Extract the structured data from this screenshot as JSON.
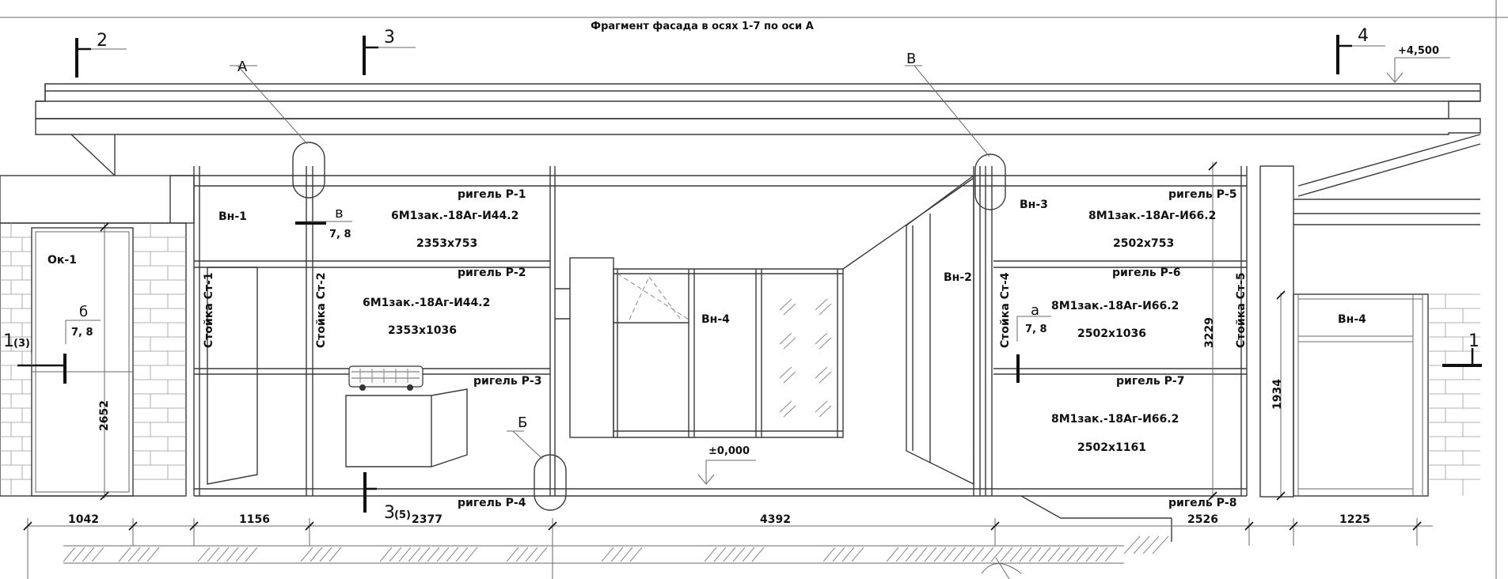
{
  "title": "Фрагмент фасада в осях 1-7 по оси А",
  "elevation_top": "+4,500",
  "elevation_zero": "±0,000",
  "section_marks": {
    "s2": "2",
    "s3": "3",
    "s4": "4",
    "s1": "1",
    "s1_left": "1",
    "s1_left_sub": "(3)",
    "s3_bottom": "3",
    "s3_bottom_sub": "(5)"
  },
  "callouts": {
    "A": "А",
    "B": "Б",
    "V": "В",
    "v": "в",
    "b": "б",
    "a": "а",
    "sheet_ref": "7, 8"
  },
  "labels": {
    "ok1": "Ок-1",
    "vn1": "Вн-1",
    "vn2": "Вн-2",
    "vn3": "Вн-3",
    "vn4_center": "Вн-4",
    "vn4_right": "Вн-4",
    "st1": "Стойка Ст-1",
    "st2": "Стойка Ст-2",
    "st4": "Стойка Ст-4",
    "st5": "Стойка Ст-5"
  },
  "riegels": {
    "r1": "ригель Р-1",
    "r2": "ригель Р-2",
    "r3": "ригель Р-3",
    "r4": "ригель Р-4",
    "r5": "ригель Р-5",
    "r6": "ригель Р-6",
    "r7": "ригель Р-7",
    "r8": "ригель Р-8"
  },
  "glass": {
    "g1": "6М1зак.-18Аг-И44.2",
    "g1_size": "2353x753",
    "g2": "6М1зак.-18Аг-И44.2",
    "g2_size": "2353x1036",
    "g5": "8М1зак.-18Аг-И66.2",
    "g5_size": "2502x753",
    "g6": "8М1зак.-18Аг-И66.2",
    "g6_size": "2502x1036",
    "g7": "8М1зак.-18Аг-И66.2",
    "g7_size": "2502x1161"
  },
  "dimensions": {
    "d1042": "1042",
    "d1156": "1156",
    "d2377": "2377",
    "d4392": "4392",
    "d2526": "2526",
    "d1225": "1225",
    "d2652": "2652",
    "d3229": "3229",
    "d1934": "1934"
  }
}
